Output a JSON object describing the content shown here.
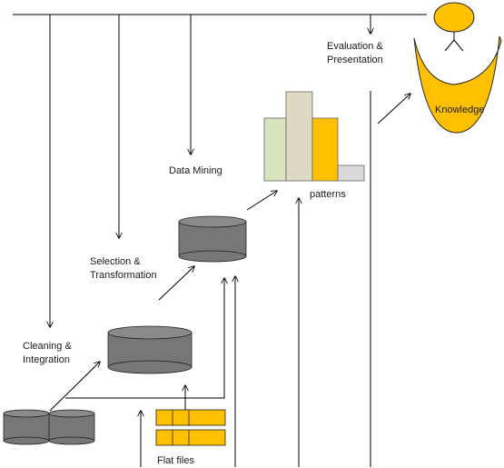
{
  "labels": {
    "evaluation": [
      "Evaluation &",
      "Presentation"
    ],
    "data_mining": "Data Mining",
    "selection": [
      "Selection &",
      "Transformation"
    ],
    "cleaning": [
      "Cleaning &",
      "Integration"
    ],
    "flat_files": "Flat files",
    "patterns": "patterns",
    "knowledge": "Knowledge"
  },
  "colors": {
    "line": "#000000",
    "cylinder": "#777777",
    "cylinder_top": "#8a8a8a",
    "gold": "#FFC000",
    "bar_green": "#D7E4BD",
    "bar_beige": "#DDD9C3",
    "bar_gray": "#D9D9D9"
  }
}
